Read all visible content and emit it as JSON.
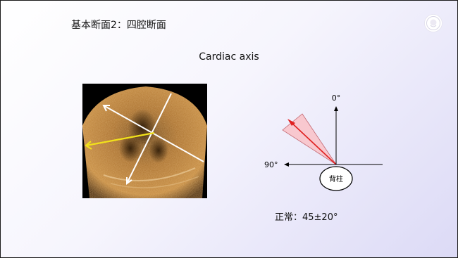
{
  "slide": {
    "title": "基本断面2：四腔断面",
    "subtitle": "Cardiac axis",
    "logo_icon": "university-seal-icon"
  },
  "diagram": {
    "label_top": "0°",
    "label_left": "90°",
    "spine_label": "背柱",
    "normal_text": "正常：45±20°",
    "sector_color": "#f8c8cf",
    "arrow_color": "#e02020"
  },
  "ultrasound": {
    "arrow_colors": {
      "axis": "#ffffff",
      "heart": "#f2e21a"
    }
  }
}
